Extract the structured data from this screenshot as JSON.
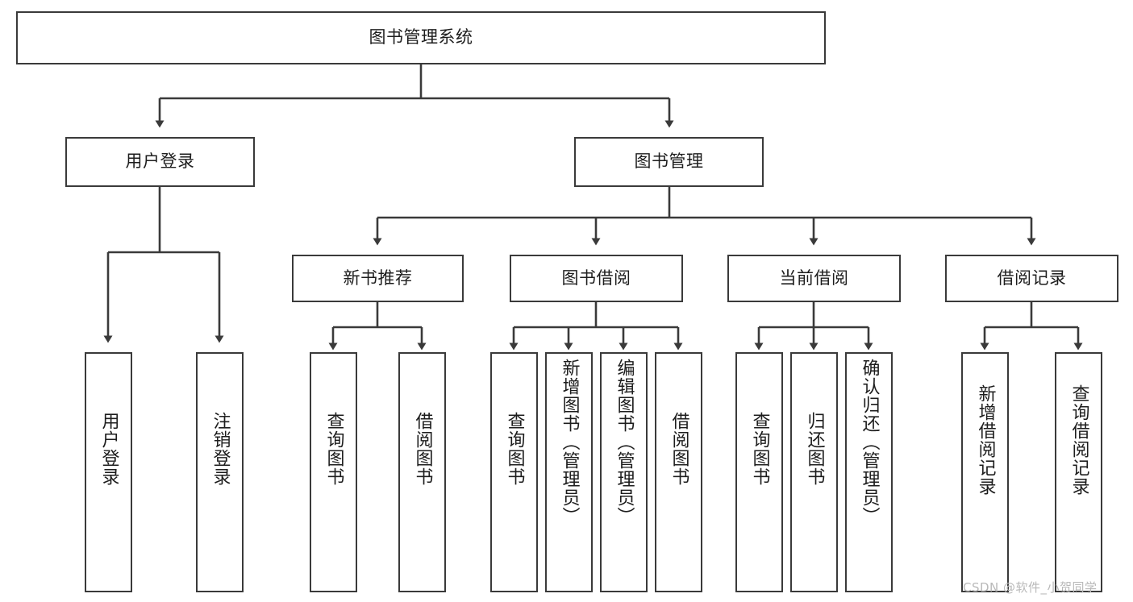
{
  "diagram": {
    "type": "hierarchy-tree",
    "orientation": "top-down",
    "root": {
      "id": "root",
      "label": "图书管理系统"
    },
    "level2": [
      {
        "id": "user-login",
        "label": "用户登录"
      },
      {
        "id": "book-management",
        "label": "图书管理"
      }
    ],
    "level3": [
      {
        "id": "new-book-recommend",
        "label": "新书推荐",
        "parent": "book-management"
      },
      {
        "id": "book-borrow",
        "label": "图书借阅",
        "parent": "book-management"
      },
      {
        "id": "current-borrow",
        "label": "当前借阅",
        "parent": "book-management"
      },
      {
        "id": "borrow-record",
        "label": "借阅记录",
        "parent": "book-management"
      }
    ],
    "leaves": [
      {
        "id": "leaf-user-login",
        "label": "用户登录",
        "parent": "user-login"
      },
      {
        "id": "leaf-logout",
        "label": "注销登录",
        "parent": "user-login"
      },
      {
        "id": "leaf-query-book-1",
        "label": "查询图书",
        "parent": "new-book-recommend"
      },
      {
        "id": "leaf-borrow-book-1",
        "label": "借阅图书",
        "parent": "new-book-recommend"
      },
      {
        "id": "leaf-query-book-2",
        "label": "查询图书",
        "parent": "book-borrow"
      },
      {
        "id": "leaf-add-book",
        "label": "新增图书（管理员）",
        "parent": "book-borrow"
      },
      {
        "id": "leaf-edit-book",
        "label": "编辑图书（管理员）",
        "parent": "book-borrow"
      },
      {
        "id": "leaf-borrow-book-2",
        "label": "借阅图书",
        "parent": "book-borrow"
      },
      {
        "id": "leaf-query-book-3",
        "label": "查询图书",
        "parent": "current-borrow"
      },
      {
        "id": "leaf-return-book",
        "label": "归还图书",
        "parent": "current-borrow"
      },
      {
        "id": "leaf-confirm-return",
        "label": "确认归还（管理员）",
        "parent": "current-borrow"
      },
      {
        "id": "leaf-add-record",
        "label": "新增借阅记录",
        "parent": "borrow-record"
      },
      {
        "id": "leaf-query-record",
        "label": "查询借阅记录",
        "parent": "borrow-record"
      }
    ]
  },
  "watermark": {
    "text": "CSDN @软件_小贺同学"
  },
  "colors": {
    "border": "#3a3a3a",
    "background": "#ffffff",
    "text": "#1d1d1d",
    "edge": "#3a3a3a",
    "watermark": "#b9b9b9"
  }
}
